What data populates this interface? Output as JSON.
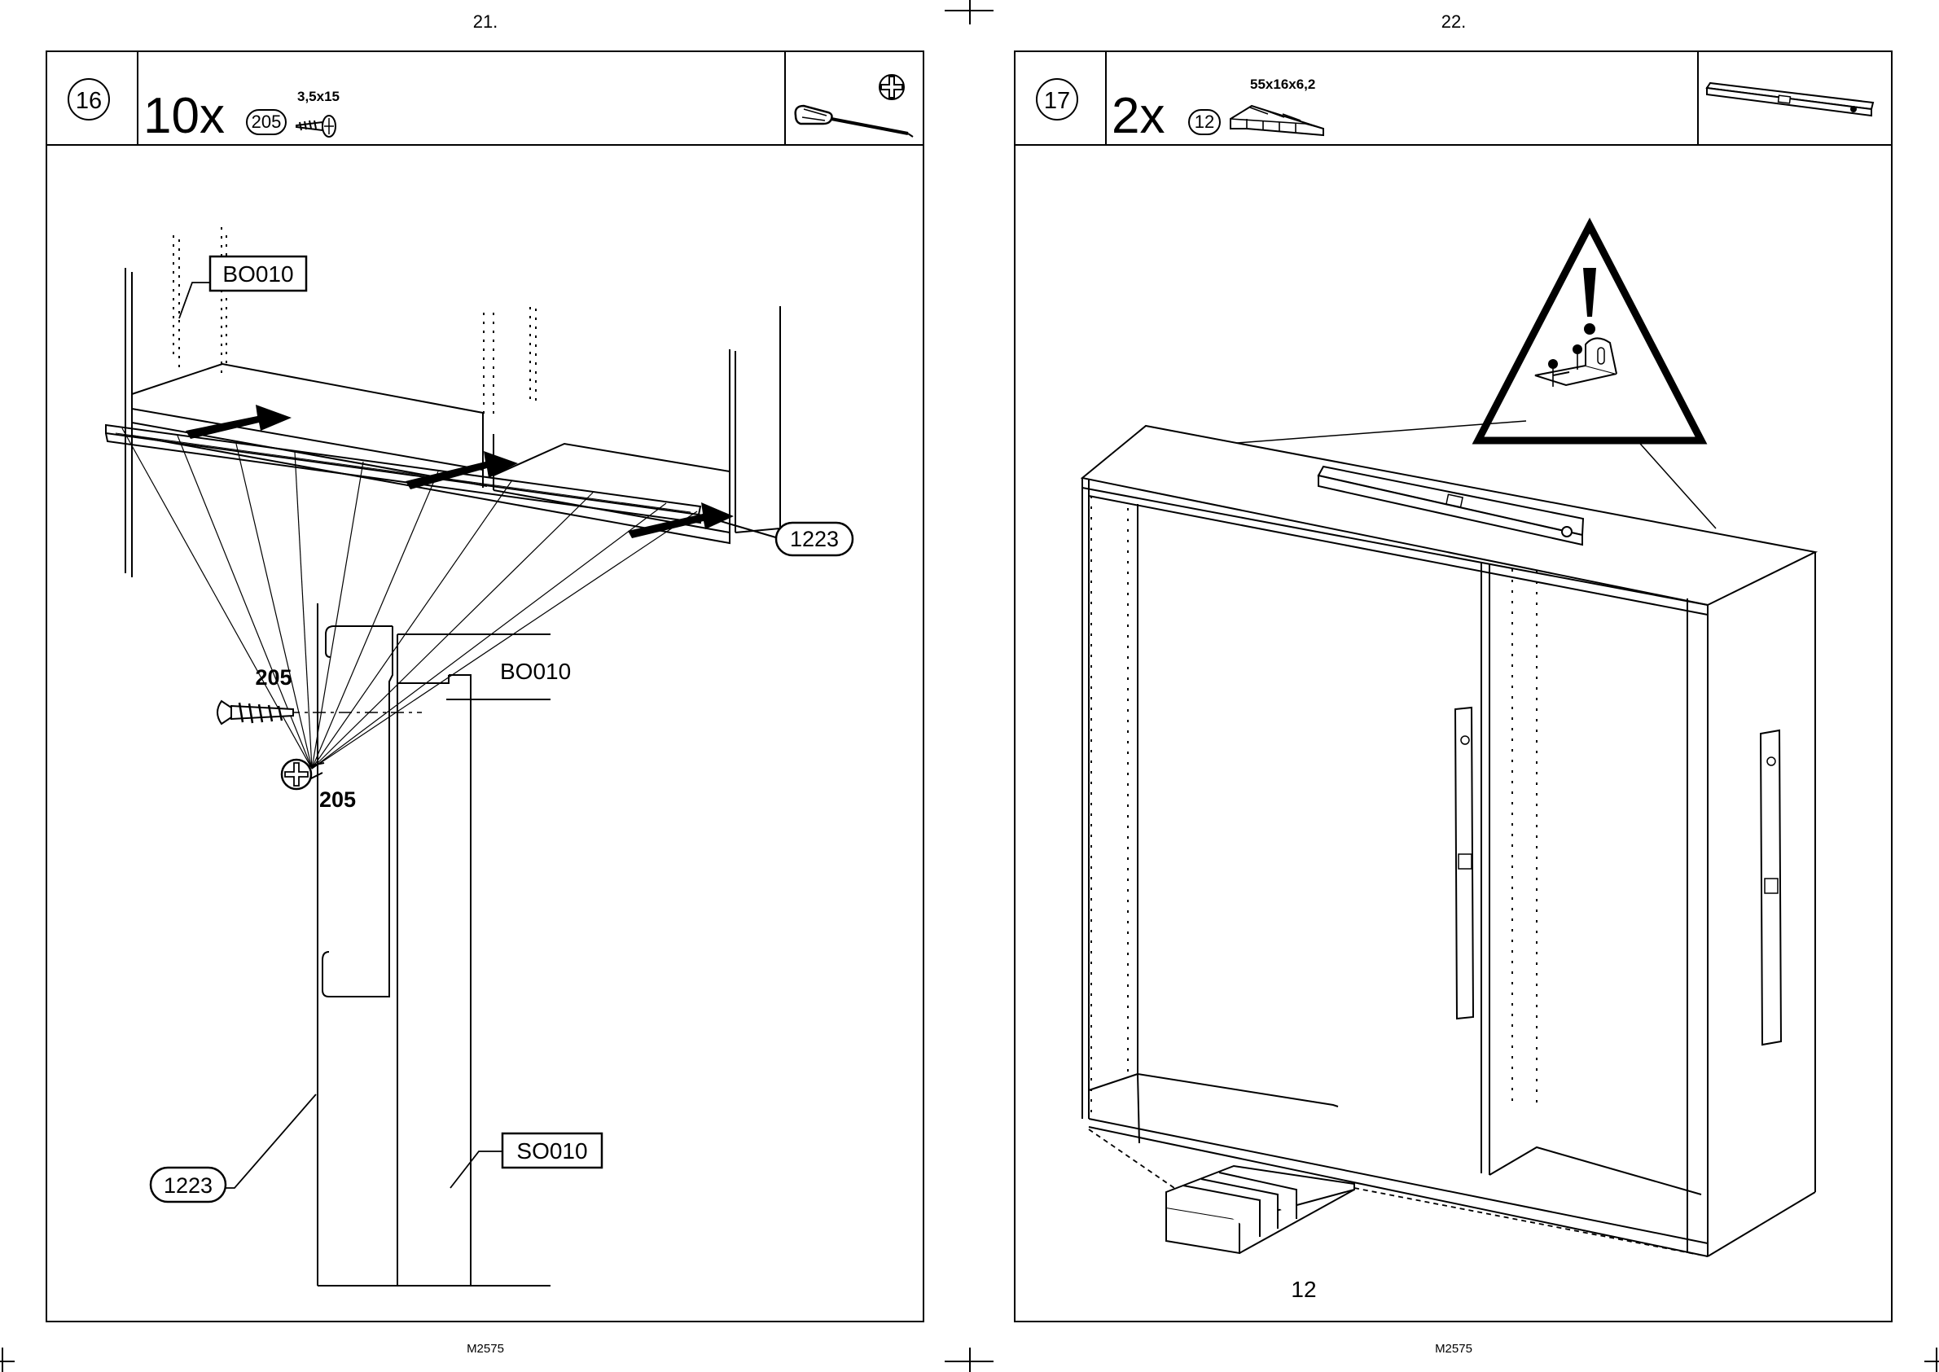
{
  "pages": {
    "left": {
      "number": "21.",
      "model": "M2575"
    },
    "right": {
      "number": "22.",
      "model": "M2575"
    }
  },
  "step16": {
    "step": "16",
    "quantity": "10x",
    "part_number": "205",
    "part_size": "3,5x15",
    "tool": "phillips-screwdriver-icon",
    "labels": {
      "bo010_top": "BO010",
      "rail_top": "1223",
      "screw_top": "205",
      "bo010_detail": "BO010",
      "screw_detail": "205",
      "so010_detail": "SO010",
      "rail_detail": "1223"
    }
  },
  "step17": {
    "step": "17",
    "quantity": "2x",
    "part_number": "12",
    "part_size": "55x16x6,2",
    "tool": "spirit-level-icon",
    "labels": {
      "wedge": "12"
    }
  }
}
